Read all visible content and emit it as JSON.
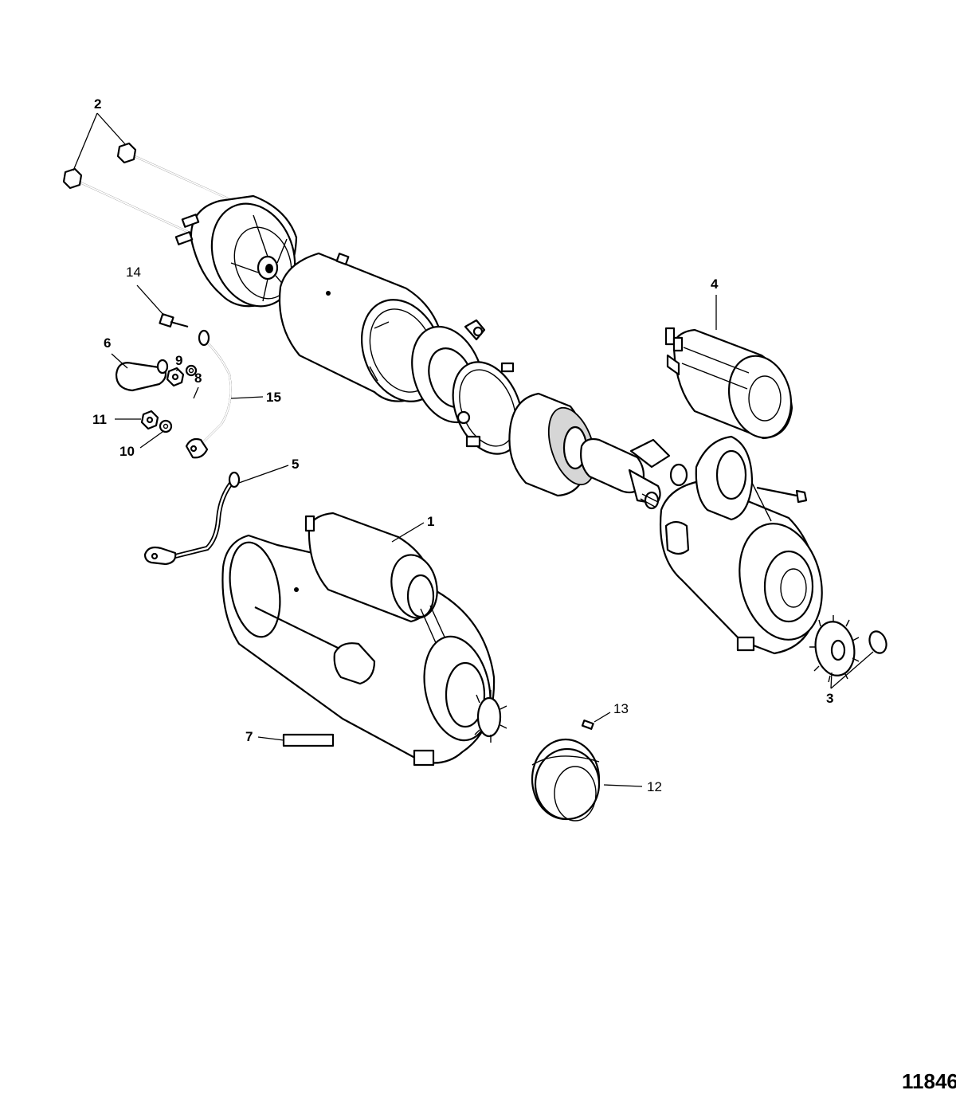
{
  "figure_number": "11846",
  "callouts": {
    "c1": "1",
    "c2": "2",
    "c3": "3",
    "c4": "4",
    "c5": "5",
    "c6": "6",
    "c7": "7",
    "c8": "8",
    "c9": "9",
    "c10": "10",
    "c11": "11",
    "c12": "12",
    "c13": "13",
    "c14": "14",
    "c15": "15"
  }
}
